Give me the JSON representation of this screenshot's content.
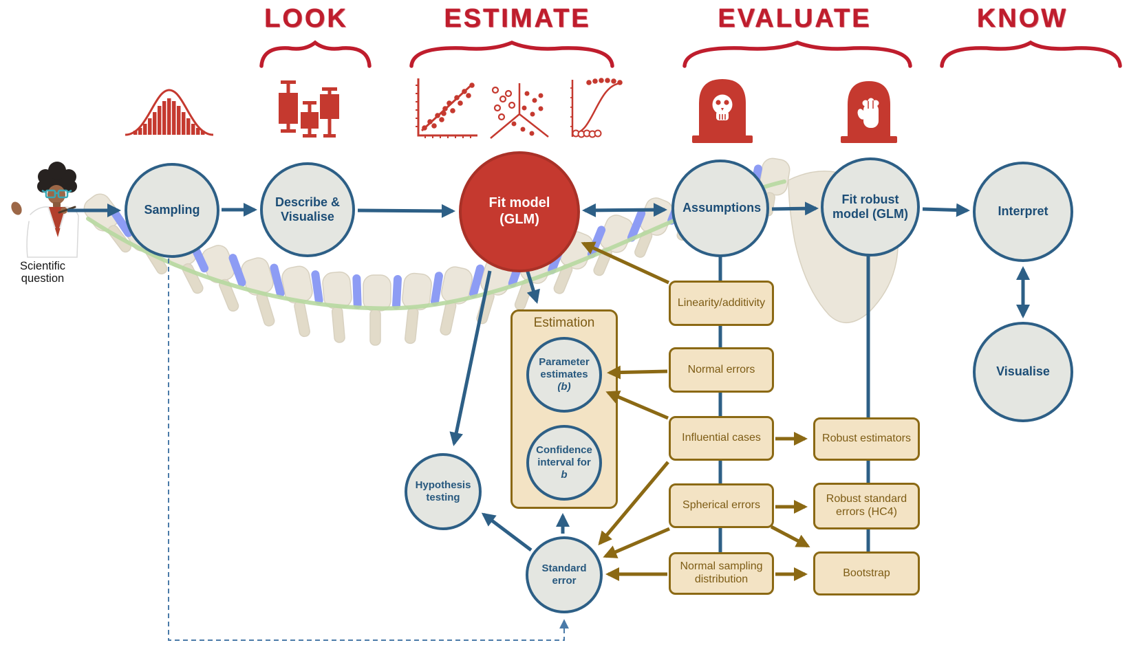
{
  "headers": [
    {
      "label": "LOOK"
    },
    {
      "label": "ESTIMATE"
    },
    {
      "label": "EVALUATE"
    },
    {
      "label": "KNOW"
    }
  ],
  "scientist": {
    "caption": "Scientific question"
  },
  "flow": {
    "sampling": "Sampling",
    "describe": "Describe & Visualise",
    "fit_model": "Fit model (GLM)",
    "assumptions": "Assumptions",
    "fit_robust": "Fit robust model (GLM)",
    "interpret": "Interpret",
    "visualise": "Visualise"
  },
  "estimation": {
    "title": "Estimation",
    "parameter_label": "Parameter estimates",
    "parameter_symbol": "(b)",
    "confidence_label": "Confidence interval for",
    "confidence_symbol": "b"
  },
  "inference": {
    "hypothesis": "Hypothesis testing",
    "standard_error": "Standard error"
  },
  "assumption_boxes": [
    {
      "label": "Linearity/additivity"
    },
    {
      "label": "Normal errors"
    },
    {
      "label": "Influential cases"
    },
    {
      "label": "Spherical errors"
    },
    {
      "label": "Normal sampling distribution"
    }
  ],
  "robust_boxes": [
    {
      "label": "Robust estimators"
    },
    {
      "label": "Robust standard errors (HC4)"
    },
    {
      "label": "Bootstrap"
    }
  ],
  "icons": {
    "look": [
      "histogram-icon",
      "boxplot-icon"
    ],
    "estimate": [
      "scatterplot-icon",
      "interaction-plot-icon",
      "logistic-curve-icon"
    ],
    "evaluate": [
      "skull-tombstone-icon",
      "hand-tombstone-icon"
    ]
  },
  "colors": {
    "header_red": "#bf1d2d",
    "red": "#c5392f",
    "blue": "#2d5f86",
    "blue_text": "#1c4d76",
    "brown": "#8b6914",
    "brown_text": "#7d5c15",
    "tan_fill": "#f3e3c4",
    "circle_fill": "#e4e6e1",
    "disc_blue": "#8d9cf4",
    "ligament_green": "#b7d8a0"
  }
}
